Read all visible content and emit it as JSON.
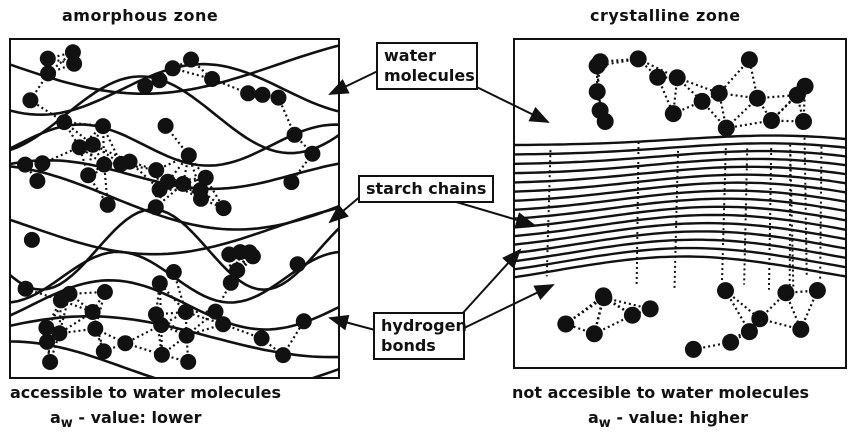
{
  "left": {
    "title": "amorphous zone",
    "caption": "accessible to water molecules",
    "aw_prefix": "a",
    "aw_sub": "w",
    "aw_text": " - value: lower"
  },
  "right": {
    "title": "crystalline zone",
    "caption": "not accesible to water molecules",
    "aw_prefix": "a",
    "aw_sub": "w",
    "aw_text": " - value: higher"
  },
  "labels": {
    "water_line1": "water",
    "water_line2": "molecules",
    "starch": "starch chains",
    "hydrogen_line1": "hydrogen",
    "hydrogen_line2": "bonds"
  }
}
